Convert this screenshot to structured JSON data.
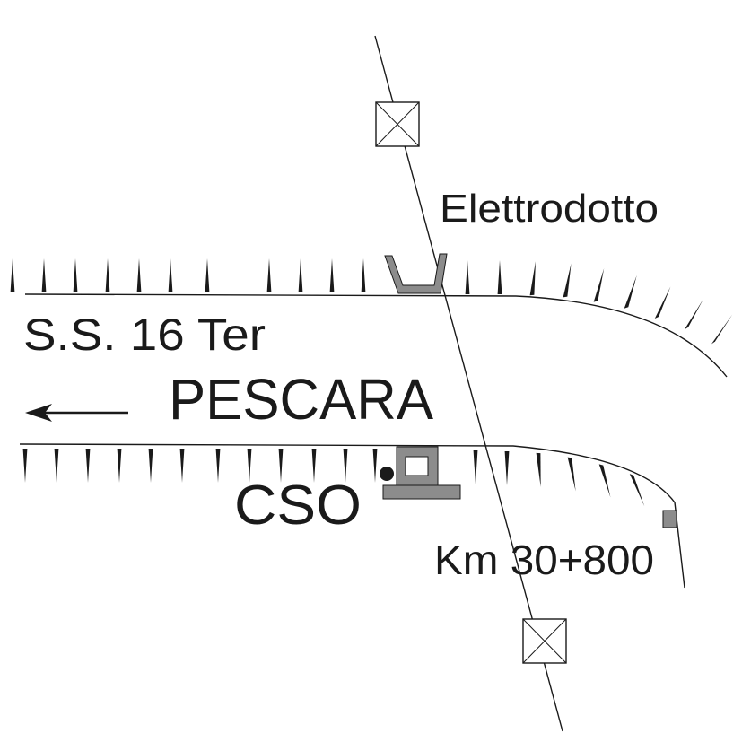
{
  "labels": {
    "power_line": "Elettrodotto",
    "road_name": "S.S. 16 Ter",
    "destination": "PESCARA",
    "station": "CSO",
    "kilometer": "Km 30+800"
  },
  "colors": {
    "line": "#1a1a1a",
    "fill_gray": "#8c8c8c",
    "background": "#ffffff"
  },
  "icons": {
    "pylon": "pylon-box-cross-icon",
    "arrow": "arrow-left-icon",
    "channel": "u-channel-icon",
    "station": "station-building-icon",
    "marker": "km-marker-icon"
  }
}
